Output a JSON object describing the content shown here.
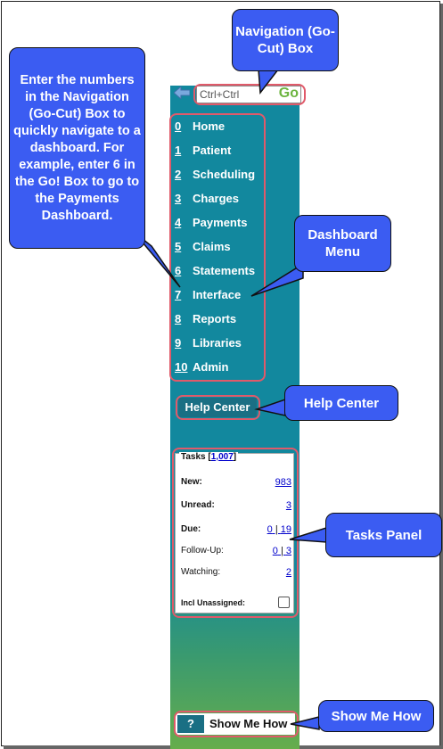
{
  "goinput": {
    "placeholder": "Ctrl+Ctrl",
    "go_label": "Go"
  },
  "menu": [
    {
      "num": "0",
      "label": "Home"
    },
    {
      "num": "1",
      "label": "Patient"
    },
    {
      "num": "2",
      "label": "Scheduling"
    },
    {
      "num": "3",
      "label": "Charges"
    },
    {
      "num": "4",
      "label": "Payments"
    },
    {
      "num": "5",
      "label": "Claims"
    },
    {
      "num": "6",
      "label": "Statements"
    },
    {
      "num": "7",
      "label": "Interface"
    },
    {
      "num": "8",
      "label": "Reports"
    },
    {
      "num": "9",
      "label": "Libraries"
    },
    {
      "num": "10",
      "label": "Admin"
    }
  ],
  "help_center": "Help Center",
  "tasks": {
    "title": "Tasks [",
    "count": "1,007",
    "title_end": "]",
    "new_label": "New:",
    "new_value": "983",
    "unread_label": "Unread:",
    "unread_value": "3",
    "due_label": "Due:",
    "due_a": "0",
    "due_sep": " | ",
    "due_b": "19",
    "follow_label": "Follow-Up:",
    "follow_a": "0",
    "follow_sep": " | ",
    "follow_b": "3",
    "watching_label": "Watching:",
    "watching_value": "2",
    "incl_label": "Incl Unassigned:"
  },
  "show_me": {
    "q": "?",
    "label": "Show Me How"
  },
  "callouts": {
    "nav_box": "Navigation (Go-Cut) Box",
    "instructions": "Enter the numbers in the Navigation (Go-Cut) Box to quickly navigate to a dashboard. For example, enter 6 in the Go! Box to go to the Payments Dashboard.",
    "dashboard_menu": "Dashboard Menu",
    "help_center": "Help Center",
    "tasks_panel": "Tasks Panel",
    "show_me_how": "Show Me How"
  },
  "colors": {
    "callout": "#3b5cf2",
    "sidebar": "#12889e",
    "highlight": "#e05a6a",
    "go": "#6cb43f"
  }
}
